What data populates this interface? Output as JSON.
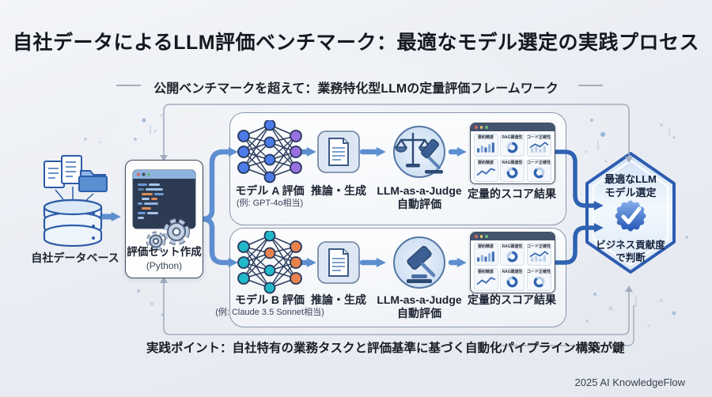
{
  "title": "自社データによるLLM評価ベンチマーク：最適なモデル選定の実践プロセス",
  "subtitle": "公開ベンチマークを超えて：業務特化型LLMの定量評価フレームワーク",
  "source_db": {
    "label": "自社データベース"
  },
  "eval_set": {
    "label": "評価セット作成",
    "sublabel": "(Python)"
  },
  "rows": {
    "a": {
      "model_label": "モデル A 評価",
      "model_sublabel": "(例: GPT-4o相当)",
      "inference_label": "推論・生成",
      "judge_label_1": "LLM-as-a-Judge",
      "judge_label_2": "自動評価",
      "score_label": "定量的スコア結果"
    },
    "b": {
      "model_label": "モデル B 評価",
      "model_sublabel": "(例: Claude 3.5 Sonnet相当)",
      "inference_label": "推論・生成",
      "judge_label_1": "LLM-as-a-Judge",
      "judge_label_2": "自動評価",
      "score_label": "定量的スコア結果"
    }
  },
  "dashboard": {
    "metrics": [
      "要約精度",
      "RAG関連性",
      "コード正確性"
    ]
  },
  "decision": {
    "line1": "最適なLLM",
    "line2": "モデル選定",
    "line3": "ビジネス貢献度",
    "line4": "で判断"
  },
  "practice_point": "実践ポイント：自社特有の業務タスクと評価基準に基づく自動化パイプライン構築が鍵",
  "footer": "2025 AI KnowledgeFlow",
  "colors": {
    "accent": "#5d8fd0",
    "deep_blue": "#2f62b2",
    "badge": "#3a72d4",
    "ink": "#15181f",
    "node_blue": "#4d7ce8",
    "node_purple": "#9a6fe0",
    "node_teal": "#23b8c8",
    "node_orange": "#e8824e",
    "muted_line": "#a3aebf",
    "panel_border": "#8897ac"
  }
}
